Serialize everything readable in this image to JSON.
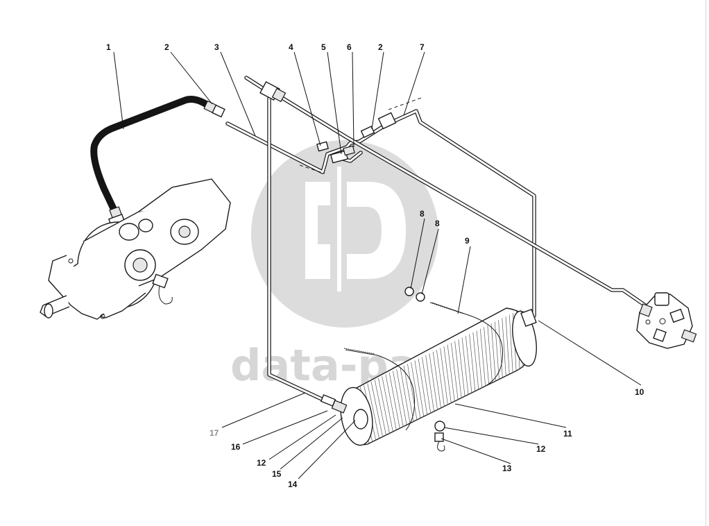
{
  "watermark": {
    "text": "data-parts",
    "color": "#cccccc"
  },
  "callouts": [
    {
      "id": "c1",
      "label": "1"
    },
    {
      "id": "c2a",
      "label": "2"
    },
    {
      "id": "c3",
      "label": "3"
    },
    {
      "id": "c4",
      "label": "4"
    },
    {
      "id": "c5",
      "label": "5"
    },
    {
      "id": "c6",
      "label": "6"
    },
    {
      "id": "c2b",
      "label": "2"
    },
    {
      "id": "c7",
      "label": "7"
    },
    {
      "id": "c8a",
      "label": "8"
    },
    {
      "id": "c8b",
      "label": "8"
    },
    {
      "id": "c9",
      "label": "9"
    },
    {
      "id": "c10",
      "label": "10"
    },
    {
      "id": "c11",
      "label": "11"
    },
    {
      "id": "c12a",
      "label": "12"
    },
    {
      "id": "c13",
      "label": "13"
    },
    {
      "id": "c17",
      "label": "17"
    },
    {
      "id": "c16",
      "label": "16"
    },
    {
      "id": "c12b",
      "label": "12"
    },
    {
      "id": "c15",
      "label": "15"
    },
    {
      "id": "c14",
      "label": "14"
    }
  ],
  "colors": {
    "line": "#1a1a1a",
    "watermark": "#cccccc",
    "muted_label": "#8a8a8a"
  }
}
